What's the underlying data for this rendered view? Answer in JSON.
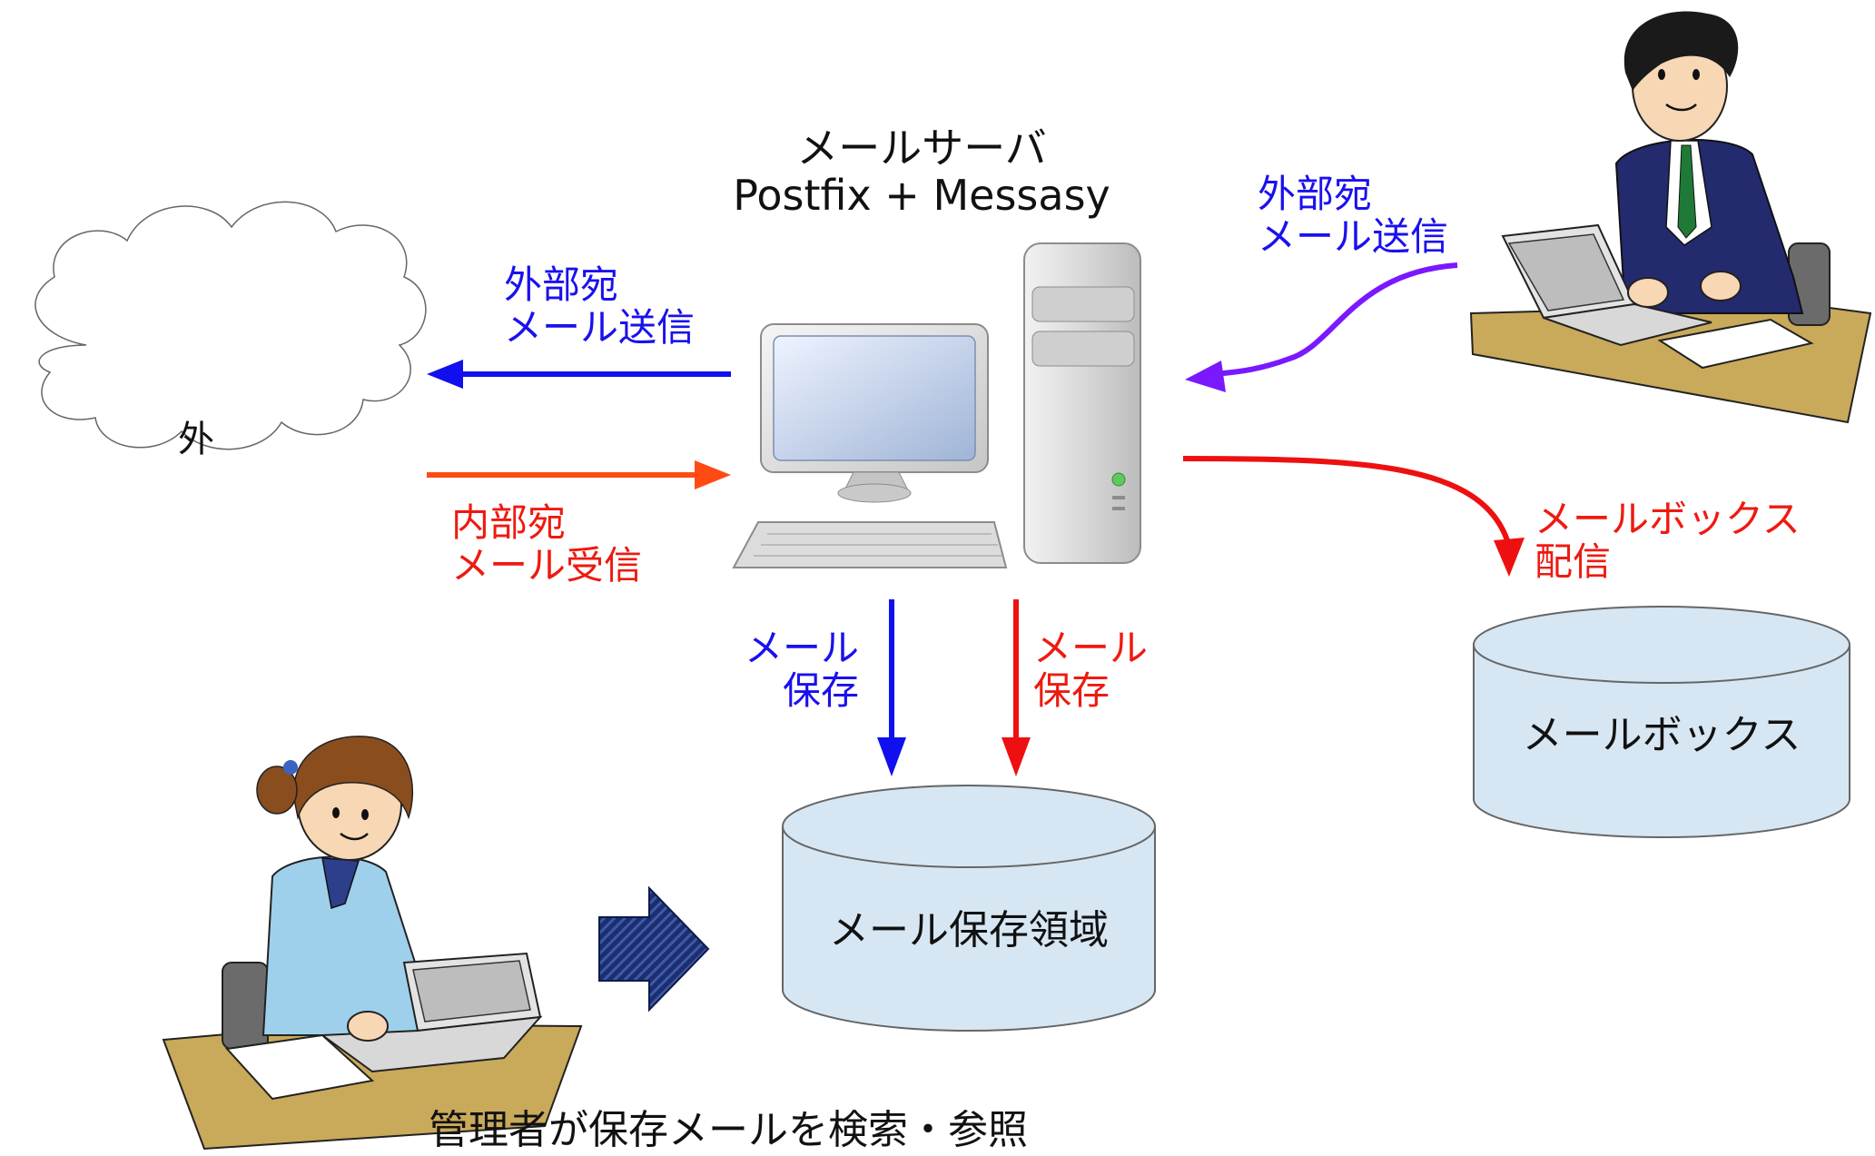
{
  "server": {
    "title": "メールサーバ",
    "software": "Postfix + Messasy"
  },
  "cloud": {
    "label": "外"
  },
  "flows": {
    "outbound_to_cloud": {
      "line1": "外部宛",
      "line2": "メール送信",
      "color": "#1a10ee"
    },
    "inbound_from_cloud": {
      "line1": "内部宛",
      "line2": "メール受信",
      "color": "#ee1a10"
    },
    "user_outbound": {
      "line1": "外部宛",
      "line2": "メール送信",
      "color": "#1a10ee"
    },
    "mailbox_delivery": {
      "line1": "メールボックス",
      "line2": "配信",
      "color": "#ee1a10"
    },
    "archive_blue": {
      "line1": "メール",
      "line2": "保存",
      "color": "#1a10ee"
    },
    "archive_red": {
      "line1": "メール",
      "line2": "保存",
      "color": "#ee1a10"
    }
  },
  "storage": {
    "archive": "メール保存領域",
    "mailbox": "メールボックス"
  },
  "admin": {
    "caption": "管理者が保存メールを検索・参照"
  },
  "colors": {
    "blue_arrow": "#1010ee",
    "red_arrow": "#ee1010",
    "orange_arrow": "#ff4a14",
    "purple_arrow": "#7a18ff",
    "cylinder_fill": "#d6e7f3",
    "desk": "#c9a95a",
    "suit": "#232a6e",
    "admin_shirt": "#9ed0ec"
  }
}
